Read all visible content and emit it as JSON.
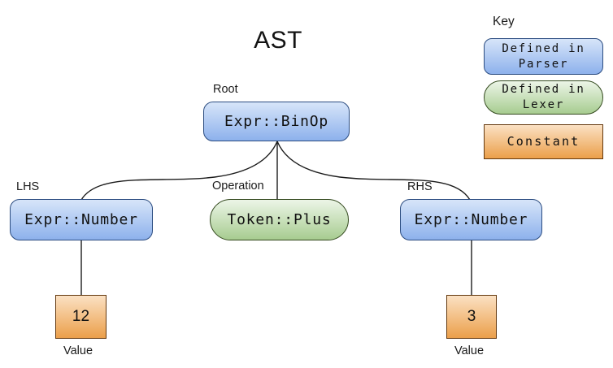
{
  "title": "AST",
  "key": {
    "heading": "Key",
    "items": [
      {
        "id": "parser",
        "label": "Defined in\nParser",
        "shape": "rounded-rect",
        "fill_top": "#d7e5f9",
        "fill_bottom": "#8db1ec",
        "border": "#2b4c80"
      },
      {
        "id": "lexer",
        "label": "Defined in\nLexer",
        "shape": "pill",
        "fill_top": "#ecf5e7",
        "fill_bottom": "#a7cc90",
        "border": "#344a1f"
      },
      {
        "id": "constant",
        "label": "Constant",
        "shape": "rect",
        "fill_top": "#fbe1c3",
        "fill_bottom": "#eb9f4a",
        "border": "#64390f"
      }
    ]
  },
  "tree": {
    "root": {
      "tag": "Root",
      "label": "Expr::BinOp",
      "category": "parser"
    },
    "lhs": {
      "tag": "LHS",
      "label": "Expr::Number",
      "category": "parser"
    },
    "operation": {
      "tag": "Operation",
      "label": "Token::Plus",
      "category": "lexer"
    },
    "rhs": {
      "tag": "RHS",
      "label": "Expr::Number",
      "category": "parser"
    },
    "lhs_value": {
      "tag": "Value",
      "label": "12",
      "category": "constant"
    },
    "rhs_value": {
      "tag": "Value",
      "label": "3",
      "category": "constant"
    }
  },
  "edges": [
    "root-operation",
    "root-lhs",
    "root-rhs",
    "lhs-value",
    "rhs-value"
  ],
  "edge_color": "#1c1c1c"
}
